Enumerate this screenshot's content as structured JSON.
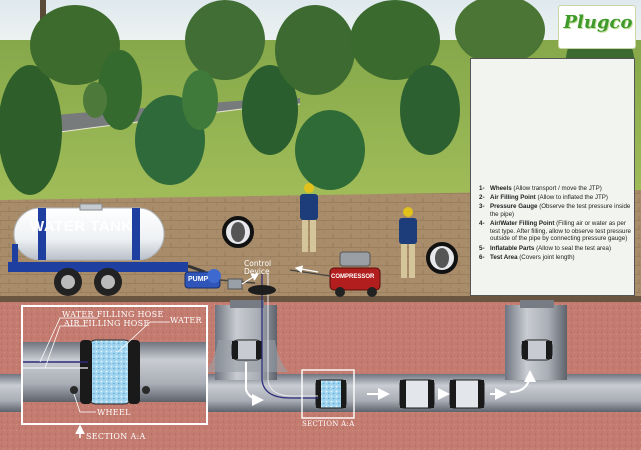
{
  "logo": {
    "text": "Plugco"
  },
  "labels": {
    "water_tank": "WATER TANK",
    "pump": "PUMP",
    "control_device": "Control\nDevice",
    "compressor": "COMPRESSOR",
    "water_filling_hose": "WATER FILLING HOSE",
    "air_filling_hose": "AIR FILLING HOSE",
    "water": "WATER",
    "wheel": "WHEEL",
    "section_aa": "SECTION A:A",
    "section_aa_arrow": "SECTION A:A"
  },
  "legend": {
    "items": [
      {
        "num": "1-",
        "title": "Wheels",
        "desc": " (Allow transport / move the JTP)"
      },
      {
        "num": "2-",
        "title": "Air Filling Point",
        "desc": " (Allow to inflated the JTP)"
      },
      {
        "num": "3-",
        "title": "Pressure Gauge",
        "desc": " (Observe the test pressure inside the pipe)"
      },
      {
        "num": "4-",
        "title": "Air/Water Filling Point",
        "desc": " (Filling air or water as per test type. After filling, allow to observe test pressure outside of the pipe by connecting pressure gauge)"
      },
      {
        "num": "5-",
        "title": "Inflatable Parts",
        "desc": " (Allow to seal the test area)"
      },
      {
        "num": "6-",
        "title": "Test Area",
        "desc": " (Covers joint length)"
      }
    ]
  },
  "colors": {
    "sky": "#e9f1f3",
    "grass": "#8fb04e",
    "paving": "#a88c6a",
    "soil": "#c5867a",
    "pipe": "#b8bcc4",
    "tank_blue": "#1f3fa0",
    "tank_white": "#f4f6f8",
    "compressor_red": "#b21e1e",
    "water_blue": "#7ec8e8",
    "logo_green": "#3e9a2a"
  }
}
